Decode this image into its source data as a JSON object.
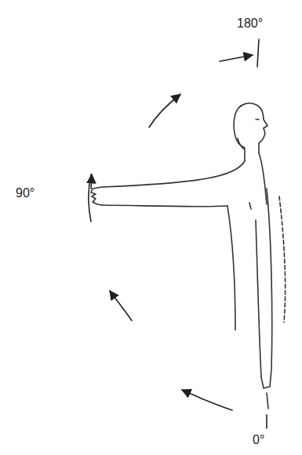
{
  "diagram": {
    "labels": [
      "180°",
      "90°",
      "0°"
    ]
  }
}
